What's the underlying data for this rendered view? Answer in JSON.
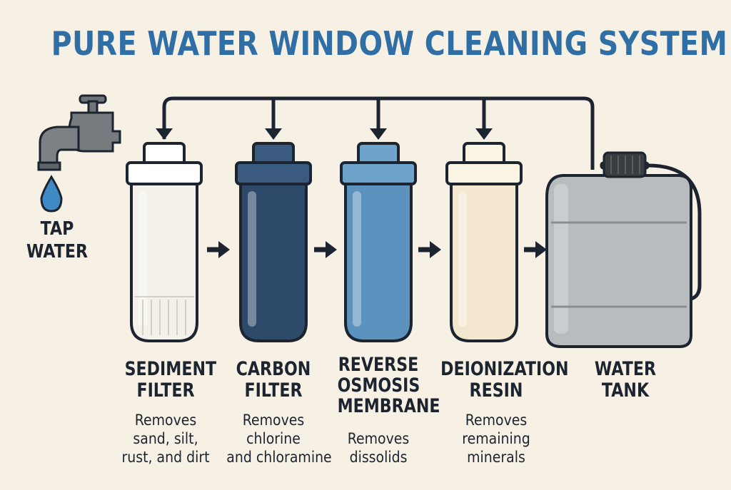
{
  "title": "PURE WATER WINDOW CLEANING SYSTEM",
  "source": {
    "label_line1": "TAP",
    "label_line2": "WATER",
    "icon": "faucet-icon"
  },
  "stages": [
    {
      "name_lines": [
        "SEDIMENT",
        "FILTER"
      ],
      "desc_lines": [
        "Removes",
        "sand, silt,",
        "rust, and dirt"
      ],
      "color": "#f4f1ea",
      "cap_color": "#ffffff"
    },
    {
      "name_lines": [
        "CARBON",
        "FILTER"
      ],
      "desc_lines": [
        "Removes",
        "chlorine",
        "and chloramine"
      ],
      "color": "#2e4a6b",
      "cap_color": "#3a5a80"
    },
    {
      "name_lines": [
        "REVERSE",
        "OSMOSIS",
        "MEMBRANE"
      ],
      "desc_lines": [
        "Removes",
        "dissolids"
      ],
      "color": "#5b93be",
      "cap_color": "#6ea4cc"
    },
    {
      "name_lines": [
        "DEIONIZATION",
        "RESIN"
      ],
      "desc_lines": [
        "Removes",
        "remaining",
        "minerals"
      ],
      "color": "#f3e8cf",
      "cap_color": "#fbf4e3"
    }
  ],
  "tank": {
    "name_lines": [
      "WATER",
      "TANK"
    ],
    "color": "#b8bcbf",
    "cap_color": "#3a3d40"
  },
  "colors": {
    "title": "#2f6fa5",
    "outline": "#1c2430",
    "drop": "#3f8ac4",
    "background": "#f7f1e5"
  }
}
